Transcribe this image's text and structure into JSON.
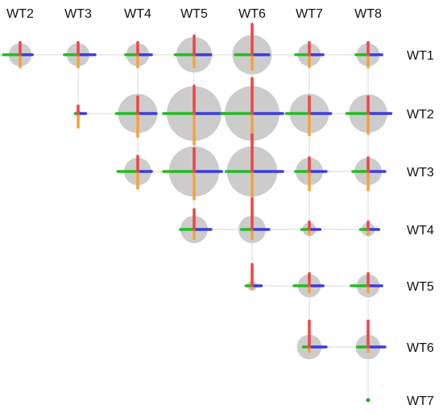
{
  "columns": [
    "WT2",
    "WT3",
    "WT4",
    "WT5",
    "WT6",
    "WT7",
    "WT8"
  ],
  "rows": [
    "WT1",
    "WT2",
    "WT3",
    "WT4",
    "WT5",
    "WT6",
    "WT7"
  ],
  "colors": {
    "circle": "#cccccc",
    "grid_line": "#d9d9d9",
    "up": "#ef4444",
    "down": "#f5a23a",
    "left": "#22bb22",
    "right": "#3b3bdd",
    "dot": "#22aa22"
  },
  "glyphs": [
    {
      "row": "WT1",
      "col": "WT2",
      "size": 0.42,
      "up": 0.4,
      "down": 0.4,
      "left": 0.55,
      "right": 0.4
    },
    {
      "row": "WT1",
      "col": "WT3",
      "size": 0.42,
      "up": 0.4,
      "down": 0.4,
      "left": 0.45,
      "right": 0.55
    },
    {
      "row": "WT1",
      "col": "WT4",
      "size": 0.42,
      "up": 0.4,
      "down": 0.4,
      "left": 0.4,
      "right": 0.45
    },
    {
      "row": "WT1",
      "col": "WT5",
      "size": 0.65,
      "up": 0.62,
      "down": 0.4,
      "left": 0.62,
      "right": 0.55
    },
    {
      "row": "WT1",
      "col": "WT6",
      "size": 0.72,
      "up": 1.0,
      "down": 0.48,
      "left": 0.55,
      "right": 0.55
    },
    {
      "row": "WT1",
      "col": "WT7",
      "size": 0.42,
      "up": 0.4,
      "down": 0.4,
      "left": 0.45,
      "right": 0.45
    },
    {
      "row": "WT1",
      "col": "WT8",
      "size": 0.42,
      "up": 0.4,
      "down": 0.4,
      "left": 0.4,
      "right": 0.45
    },
    {
      "row": "WT2",
      "col": "WT3",
      "size": 0.12,
      "up": 0.25,
      "down": 0.45,
      "left": 0.1,
      "right": 0.25
    },
    {
      "row": "WT2",
      "col": "WT4",
      "size": 0.72,
      "up": 0.55,
      "down": 0.75,
      "left": 0.7,
      "right": 0.6
    },
    {
      "row": "WT2",
      "col": "WT5",
      "size": 1.0,
      "up": 0.9,
      "down": 1.0,
      "left": 1.0,
      "right": 1.0
    },
    {
      "row": "WT2",
      "col": "WT6",
      "size": 1.0,
      "up": 1.15,
      "down": 1.0,
      "left": 1.0,
      "right": 1.0
    },
    {
      "row": "WT2",
      "col": "WT7",
      "size": 0.72,
      "up": 0.55,
      "down": 0.7,
      "left": 0.75,
      "right": 0.7
    },
    {
      "row": "WT2",
      "col": "WT8",
      "size": 0.7,
      "up": 0.55,
      "down": 0.65,
      "left": 0.7,
      "right": 0.75
    },
    {
      "row": "WT3",
      "col": "WT4",
      "size": 0.5,
      "up": 0.5,
      "down": 0.55,
      "left": 0.65,
      "right": 0.45
    },
    {
      "row": "WT3",
      "col": "WT5",
      "size": 0.92,
      "up": 0.75,
      "down": 0.9,
      "left": 1.0,
      "right": 0.9
    },
    {
      "row": "WT3",
      "col": "WT6",
      "size": 0.92,
      "up": 1.2,
      "down": 0.95,
      "left": 0.85,
      "right": 1.0
    },
    {
      "row": "WT3",
      "col": "WT7",
      "size": 0.5,
      "up": 0.45,
      "down": 0.6,
      "left": 0.45,
      "right": 0.55
    },
    {
      "row": "WT3",
      "col": "WT8",
      "size": 0.5,
      "up": 0.45,
      "down": 0.6,
      "left": 0.5,
      "right": 0.55
    },
    {
      "row": "WT4",
      "col": "WT5",
      "size": 0.5,
      "up": 0.65,
      "down": 0.3,
      "left": 0.45,
      "right": 0.55
    },
    {
      "row": "WT4",
      "col": "WT6",
      "size": 0.5,
      "up": 1.0,
      "down": 0.3,
      "left": 0.35,
      "right": 0.55
    },
    {
      "row": "WT4",
      "col": "WT7",
      "size": 0.25,
      "up": 0.25,
      "down": 0.15,
      "left": 0.25,
      "right": 0.35
    },
    {
      "row": "WT4",
      "col": "WT8",
      "size": 0.25,
      "up": 0.25,
      "down": 0.15,
      "left": 0.25,
      "right": 0.35
    },
    {
      "row": "WT5",
      "col": "WT6",
      "size": 0.18,
      "up": 0.7,
      "down": 0.1,
      "left": 0.2,
      "right": 0.3
    },
    {
      "row": "WT5",
      "col": "WT7",
      "size": 0.42,
      "up": 0.4,
      "down": 0.2,
      "left": 0.5,
      "right": 0.45
    },
    {
      "row": "WT5",
      "col": "WT8",
      "size": 0.42,
      "up": 0.4,
      "down": 0.2,
      "left": 0.55,
      "right": 0.45
    },
    {
      "row": "WT6",
      "col": "WT7",
      "size": 0.45,
      "up": 0.85,
      "down": 0.15,
      "left": 0.2,
      "right": 0.55
    },
    {
      "row": "WT6",
      "col": "WT8",
      "size": 0.45,
      "up": 0.85,
      "down": 0.15,
      "left": 0.35,
      "right": 0.55
    },
    {
      "row": "WT7",
      "col": "WT8",
      "size": 0.0,
      "up": 0.0,
      "down": 0.0,
      "left": 0.0,
      "right": 0.0,
      "dot": true
    }
  ]
}
